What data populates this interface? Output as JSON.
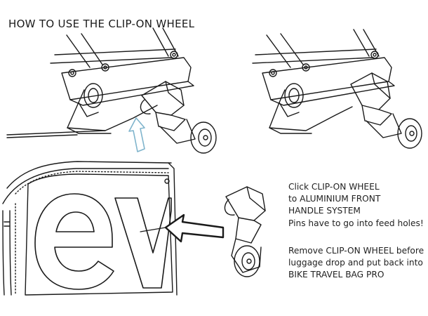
{
  "title": "HOW TO USE THE CLIP-ON WHEEL",
  "instructions": {
    "attach": [
      "Click CLIP-ON WHEEL",
      "to ALUMINIUM FRONT",
      "HANDLE SYSTEM",
      "Pins have to go into feed holes!"
    ],
    "remove": [
      "Remove CLIP-ON WHEEL before",
      "luggage drop and put back into",
      "BIKE TRAVEL BAG PRO"
    ]
  },
  "brand_mark": "ev",
  "colors": {
    "line": "#1a1a1a",
    "arrow_up": "#7fb4cc",
    "background": "#ffffff"
  }
}
